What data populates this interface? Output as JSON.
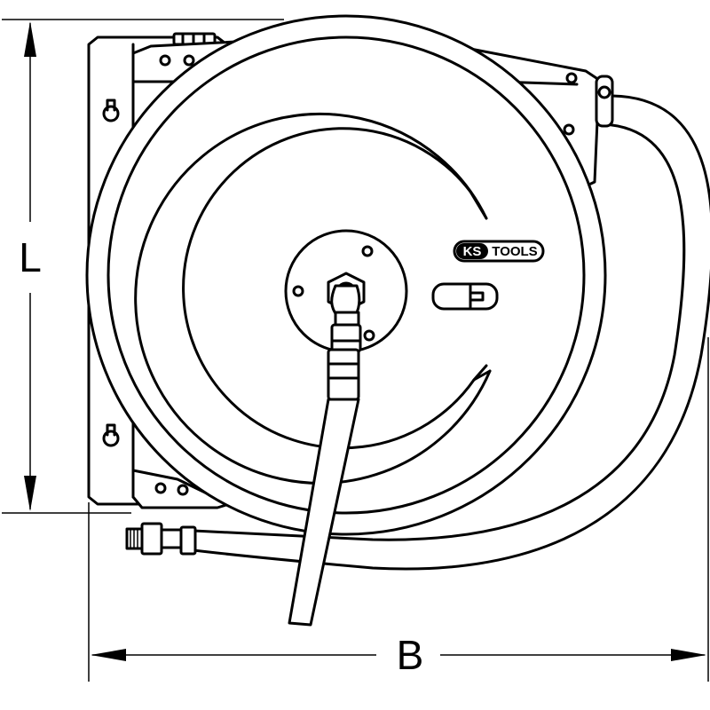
{
  "dimensions": {
    "height_label": "L",
    "width_label": "B"
  },
  "logo": {
    "brand_left": "KS",
    "brand_right": "TOOLS"
  },
  "colors": {
    "line": "#000000",
    "background": "#ffffff"
  }
}
